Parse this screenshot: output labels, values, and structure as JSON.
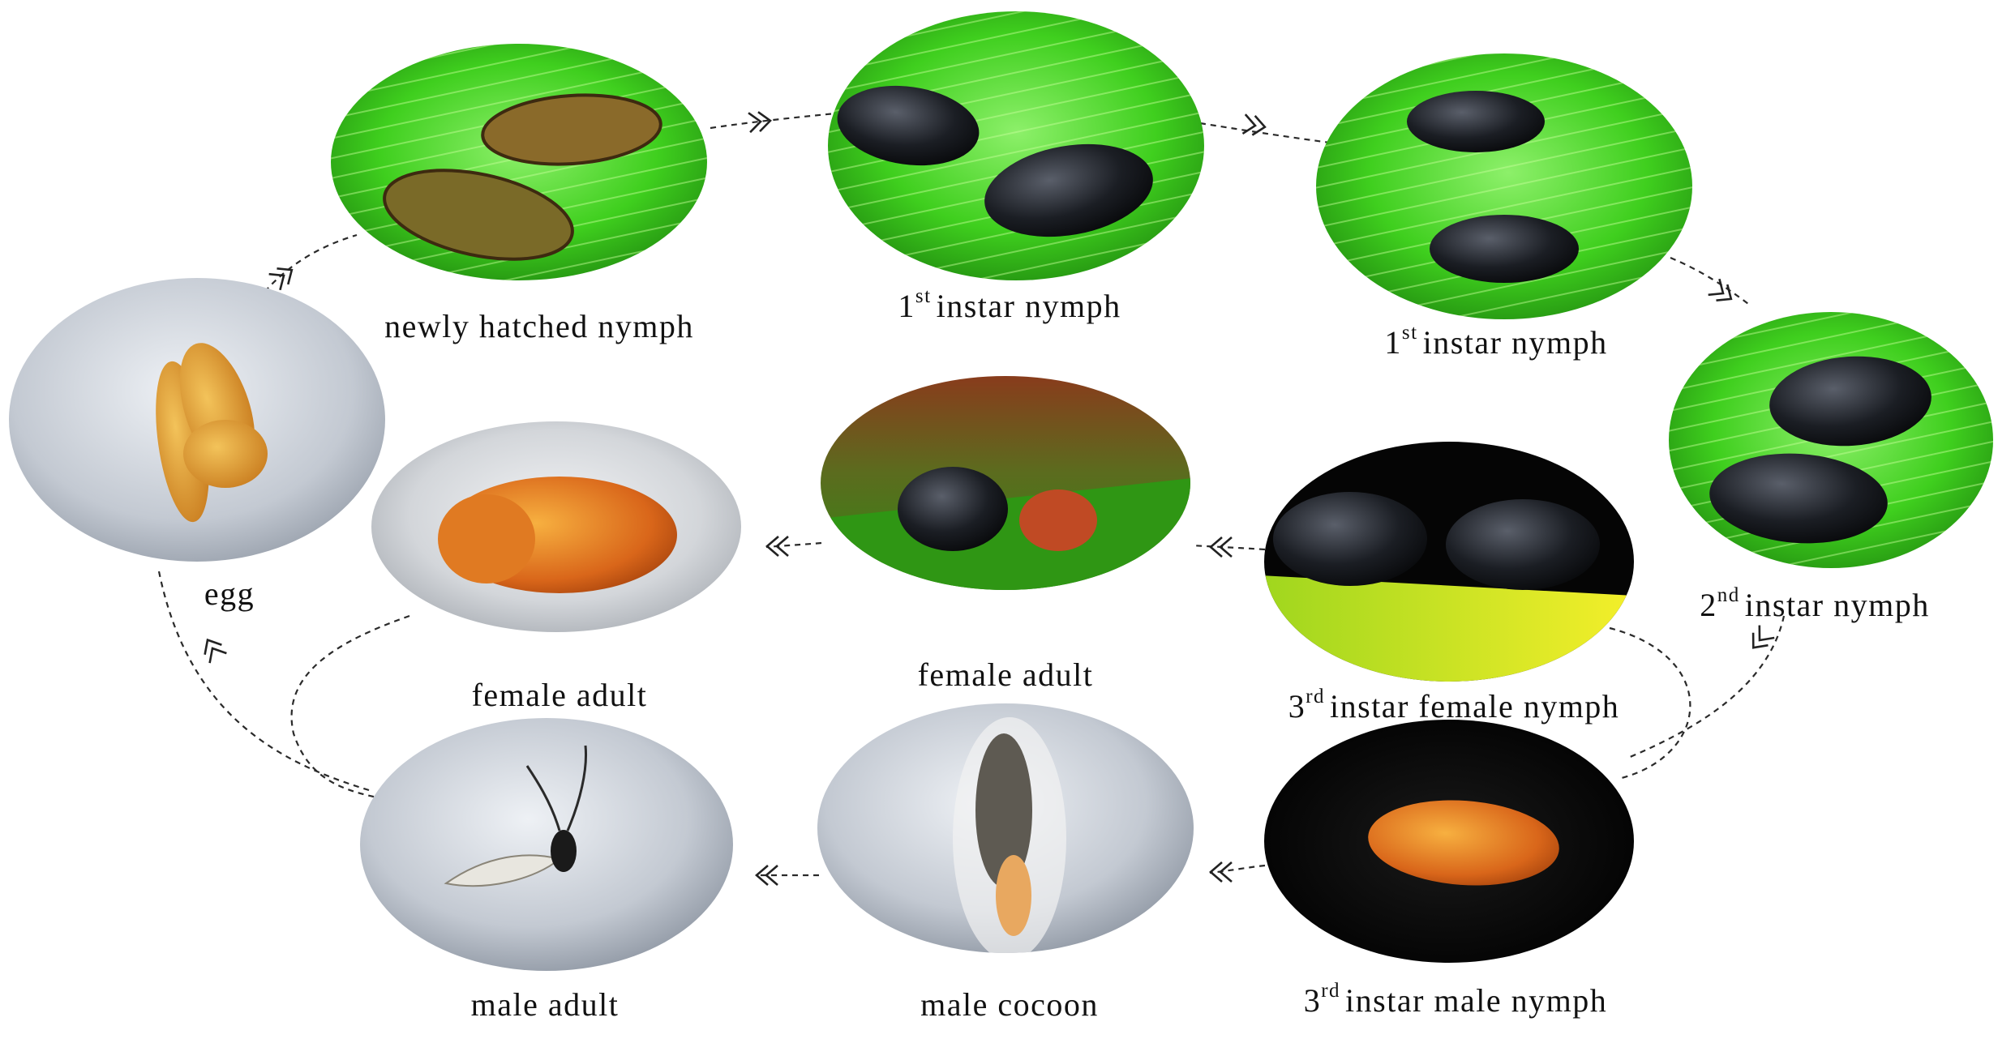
{
  "stages": [
    {
      "id": "egg",
      "label": "egg",
      "sup": "",
      "pre": ""
    },
    {
      "id": "newly-hatched-nymph",
      "label": "newly hatched nymph",
      "sup": "",
      "pre": ""
    },
    {
      "id": "first-instar-nymph-a",
      "label": "instar nymph",
      "pre": "1",
      "sup": "st"
    },
    {
      "id": "first-instar-nymph-b",
      "label": "instar nymph",
      "pre": "1",
      "sup": "st"
    },
    {
      "id": "second-instar-nymph",
      "label": "instar nymph",
      "pre": "2",
      "sup": "nd"
    },
    {
      "id": "third-instar-female-nymph",
      "label": "instar female nymph",
      "pre": "3",
      "sup": "rd"
    },
    {
      "id": "female-adult-a",
      "label": "female adult",
      "pre": "",
      "sup": ""
    },
    {
      "id": "female-adult-b",
      "label": "female adult",
      "pre": "",
      "sup": ""
    },
    {
      "id": "third-instar-male-nymph",
      "label": "instar male nymph",
      "pre": "3",
      "sup": "rd"
    },
    {
      "id": "male-cocoon",
      "label": "male cocoon",
      "pre": "",
      "sup": ""
    },
    {
      "id": "male-adult",
      "label": "male adult",
      "pre": "",
      "sup": ""
    }
  ],
  "colors": {
    "leaf_green": "#3fcf1e",
    "leaf_dark": "#1a7d0c",
    "dark_bg": "#0b0b0b",
    "grey_bg": "#c4c8cc",
    "orange_body": "#e0781a",
    "black_body": "#1b1e24",
    "connector": "#2a2a2a"
  }
}
